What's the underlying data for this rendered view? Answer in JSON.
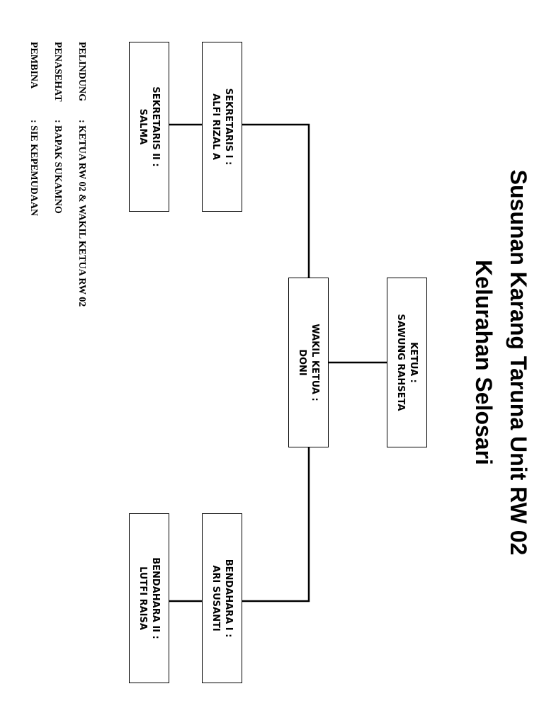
{
  "title": {
    "line1": "Susunan Karang Taruna Unit RW 02",
    "line2": "Kelurahan Selosari"
  },
  "org": {
    "ketua": {
      "role": "KETUA :",
      "name": "SAWUNG RAHSETA"
    },
    "wakil_ketua": {
      "role": "WAKIL KETUA :",
      "name": "DONI"
    },
    "sekretaris_1": {
      "role": "SEKRETARIS I :",
      "name": "ALFI RIZAL A"
    },
    "sekretaris_2": {
      "role": "SEKRETARIS II :",
      "name": "SALMA"
    },
    "bendahara_1": {
      "role": "BENDAHARA I :",
      "name": "ARI SUSANTI"
    },
    "bendahara_2": {
      "role": "BENDAHARA II :",
      "name": "LUTFI RAISA"
    }
  },
  "info": {
    "pelindung": {
      "label": "PELINDUNG",
      "value": ": KETUA RW 02 & WAKIL KETUA RW 02"
    },
    "penasehat": {
      "label": "PENASEHAT",
      "value": ": BAPAK SUKAMNO"
    },
    "pembina": {
      "label": "PEMBINA",
      "value": ": SIE KEPEMUDAAN"
    }
  }
}
